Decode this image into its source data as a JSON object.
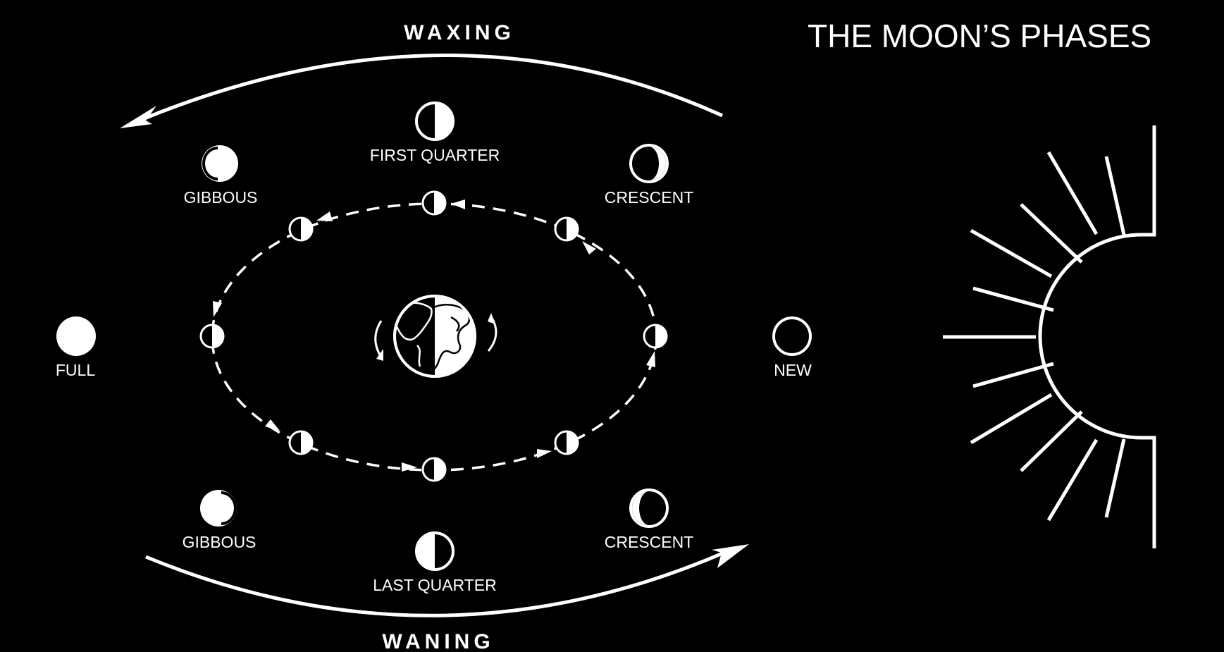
{
  "title": "THE MOON’S PHASES",
  "directions": {
    "waxing": "WAXING",
    "waning": "WANING"
  },
  "phase_labels": {
    "first_quarter": "FIRST QUARTER",
    "gibbous_upper": "GIBBOUS",
    "crescent_upper": "CRESCENT",
    "full": "FULL",
    "new": "NEW",
    "gibbous_lower": "GIBBOUS",
    "crescent_lower": "CRESCENT",
    "last_quarter": "LAST QUARTER"
  },
  "colors": {
    "background": "#000000",
    "foreground": "#ffffff"
  },
  "icons": {
    "earth": "earth-globe-icon",
    "sun": "sun-rays-icon"
  }
}
